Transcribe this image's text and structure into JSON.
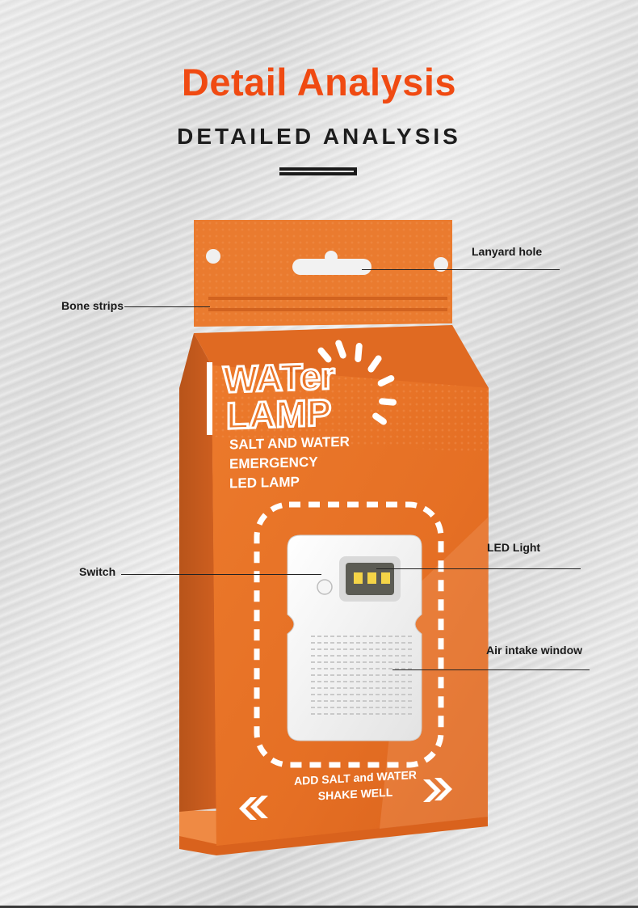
{
  "header": {
    "title": "Detail Analysis",
    "subtitle": "DETAILED ANALYSIS"
  },
  "package": {
    "brand_line1": "WATer",
    "brand_line2": "LAMP",
    "tagline1": "SALT AND WATER",
    "tagline2": "EMERGENCY",
    "tagline3": "LED LAMP",
    "bottom_line1": "ADD SALT and WATER",
    "bottom_line2": "SHAKE WELL"
  },
  "callouts": {
    "lanyard": "Lanyard hole",
    "bone": "Bone strips",
    "led": "LED Light",
    "switch": "Switch",
    "air": "Air intake window"
  },
  "colors": {
    "accent": "#f04a12",
    "package_orange": "#e8762a",
    "device_white": "#f2f2f2"
  }
}
